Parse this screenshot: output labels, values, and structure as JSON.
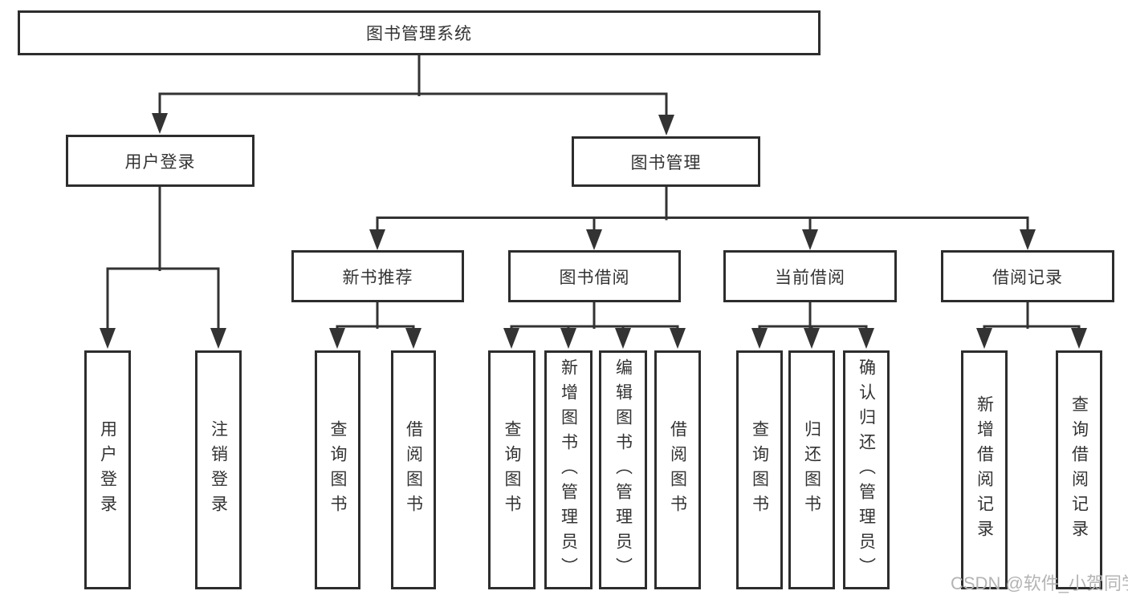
{
  "tree": {
    "label": "图书管理系统",
    "children": [
      {
        "label": "用户登录",
        "children": [
          {
            "label": "用户登录"
          },
          {
            "label": "注销登录"
          }
        ]
      },
      {
        "label": "图书管理",
        "children": [
          {
            "label": "新书推荐",
            "children": [
              {
                "label": "查询图书"
              },
              {
                "label": "借阅图书"
              }
            ]
          },
          {
            "label": "图书借阅",
            "children": [
              {
                "label": "查询图书"
              },
              {
                "label": "新增图书（管理员）"
              },
              {
                "label": "编辑图书（管理员）"
              },
              {
                "label": "借阅图书"
              }
            ]
          },
          {
            "label": "当前借阅",
            "children": [
              {
                "label": "查询图书"
              },
              {
                "label": "归还图书"
              },
              {
                "label": "确认归还（管理员）"
              }
            ]
          },
          {
            "label": "借阅记录",
            "children": [
              {
                "label": "新增借阅记录"
              },
              {
                "label": "查询借阅记录"
              }
            ]
          }
        ]
      }
    ]
  },
  "watermark": "CSDN @软件_小贺同学",
  "colors": {
    "background": "#ffffff",
    "line": "#333333",
    "box_border": "#2d2d2d",
    "text": "#333333",
    "watermark": "#b4b4b4"
  }
}
